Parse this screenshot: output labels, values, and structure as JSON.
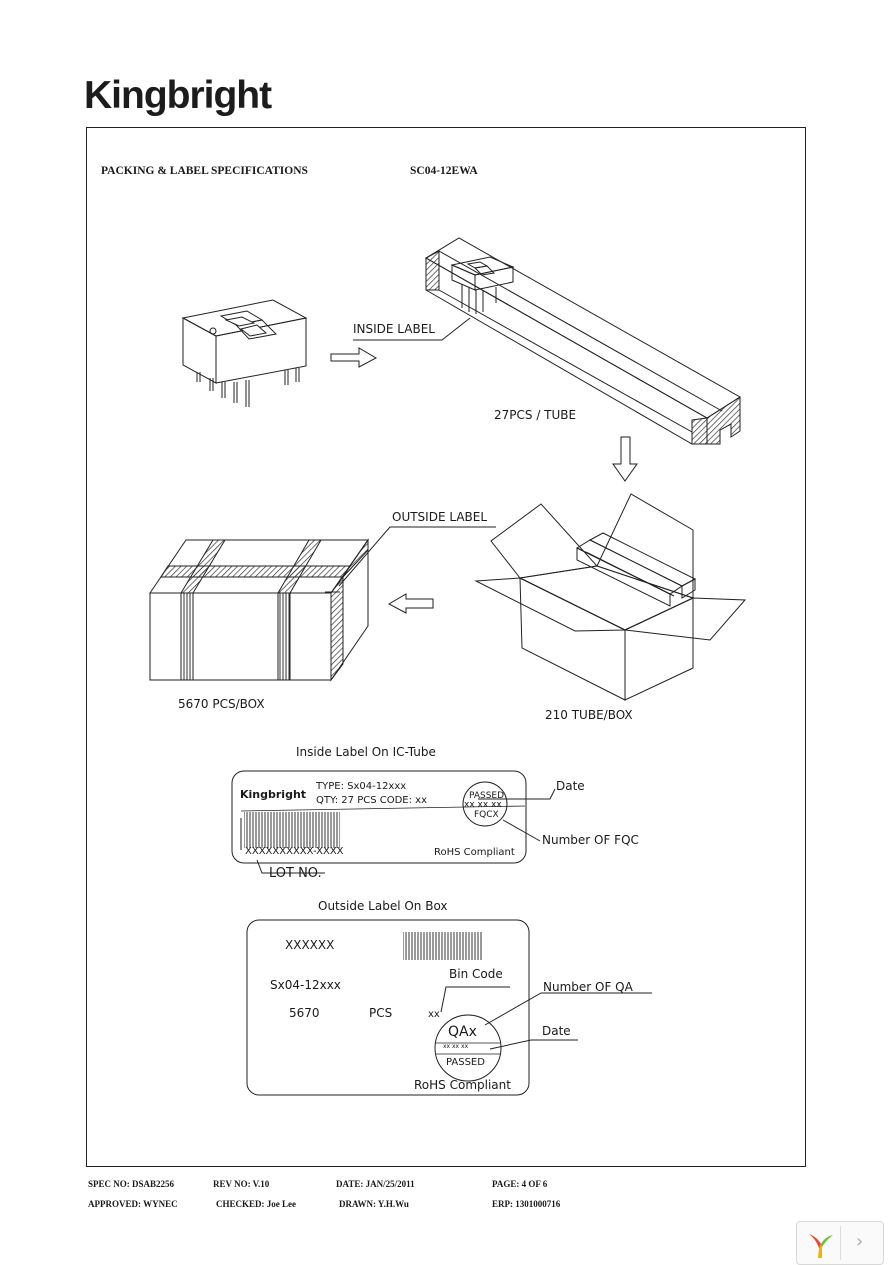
{
  "brand": {
    "name": "Kingbright"
  },
  "header": {
    "section_title": "PACKING & LABEL SPECIFICATIONS",
    "part_number": "SC04-12EWA"
  },
  "diagram": {
    "inside_label": "INSIDE  LABEL",
    "pcs_per_tube": "27PCS  /  TUBE",
    "outside_label": "OUTSIDE  LABEL",
    "pcs_per_box": "5670  PCS/BOX",
    "tubes_per_box": "210  TUBE/BOX"
  },
  "inside_label_card": {
    "title": "Inside  Label  On  IC-Tube",
    "brand": "Kingbright",
    "type_line": "TYPE:  Sx04-12xxx",
    "qty_line": "QTY:  27  PCS    CODE:  xx",
    "stamp_top": "PASSED",
    "stamp_mid": "xx  xx  xx",
    "stamp_bottom": "FQCX",
    "lot_code": "XXXXXXXXXX-XXXX",
    "rohs": "RoHS  Compliant",
    "callout_date": "Date",
    "callout_fqc": "Number  OF  FQC",
    "callout_lot": "LOT  NO."
  },
  "outside_label_card": {
    "title": "Outside  Label  On  Box",
    "code": "XXXXXX",
    "type": "Sx04-12xxx",
    "qty": "5670",
    "unit": "PCS",
    "bin": "xx",
    "stamp_top": "QAx",
    "stamp_mid": "xx     xx     xx",
    "stamp_bottom": "PASSED",
    "rohs": "RoHS  Compliant",
    "callout_bin": "Bin  Code",
    "callout_qa": "Number  OF  QA",
    "callout_date": "Date"
  },
  "footer": {
    "spec_no": "SPEC NO: DSAB2256",
    "rev_no": "REV NO: V.10",
    "date": "DATE: JAN/25/2011",
    "page": "PAGE:  4  OF  6",
    "approved": "APPROVED: WYNEC",
    "checked": "CHECKED: Joe Lee",
    "drawn": "DRAWN: Y.H.Wu",
    "erp": "ERP: 1301000716"
  },
  "nav": {
    "next_icon": "chevron-right-icon",
    "logo_icon": "viewer-logo-icon"
  }
}
